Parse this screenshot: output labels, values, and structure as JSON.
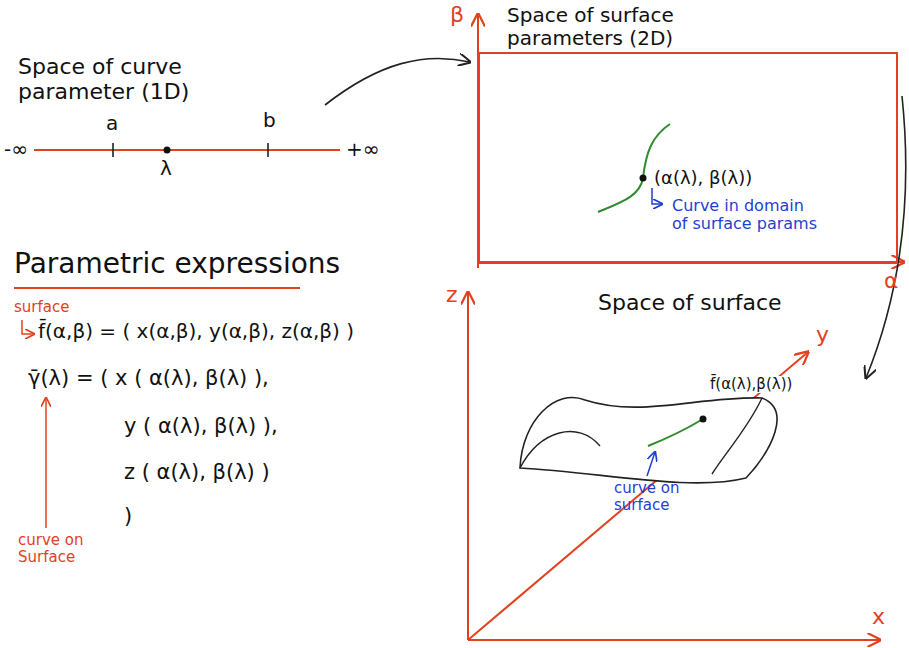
{
  "diagram": {
    "nodes": [
      {
        "text": [
          "Space of surface parameters (2D)",
          "(α(λ), β(λ))",
          "Curve in domain of surface params"
        ]
      }
    ],
    "labels": [
      "Space of curve parameter (1D)",
      "-∞",
      "a",
      "λ",
      "b",
      "+∞",
      "β",
      "α",
      "Space of surface",
      "z",
      "y",
      "x",
      "f̄(α(λ),β(λ))",
      "curve on surface",
      "Parametric expressions",
      "surface",
      "f̄(α,β) = ( x(α,β), y(α,β), z(α,β) )",
      "γ̄(λ) = ( x ( α(λ), β(λ) ),",
      "y ( α(λ), β(λ) ),",
      "z ( α(λ), β(λ) )",
      ")",
      "curve on Surface"
    ]
  }
}
